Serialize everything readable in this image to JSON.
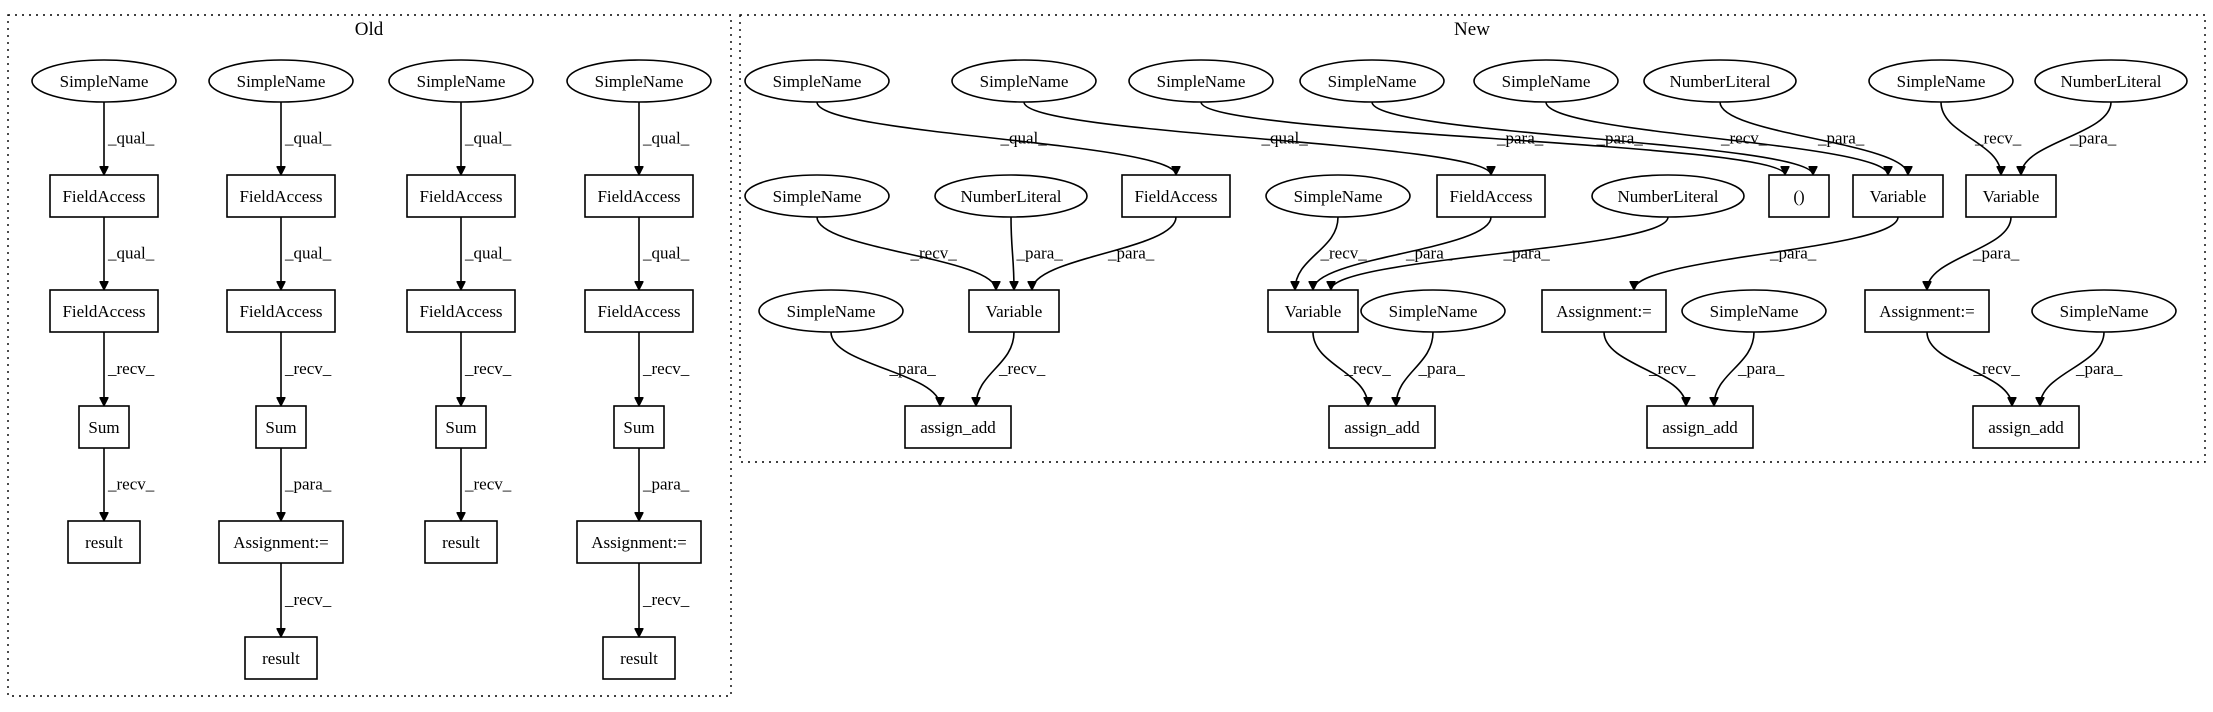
{
  "clusters": [
    {
      "id": "old",
      "label": "Old"
    },
    {
      "id": "new",
      "label": "New"
    }
  ],
  "nodes": [
    {
      "id": "o_s1",
      "label": "SimpleName",
      "shape": "ellipse"
    },
    {
      "id": "o_f1a",
      "label": "FieldAccess",
      "shape": "box"
    },
    {
      "id": "o_f1b",
      "label": "FieldAccess",
      "shape": "box"
    },
    {
      "id": "o_sum1",
      "label": "Sum",
      "shape": "box"
    },
    {
      "id": "o_res1",
      "label": "result",
      "shape": "box"
    },
    {
      "id": "o_s2",
      "label": "SimpleName",
      "shape": "ellipse"
    },
    {
      "id": "o_f2a",
      "label": "FieldAccess",
      "shape": "box"
    },
    {
      "id": "o_f2b",
      "label": "FieldAccess",
      "shape": "box"
    },
    {
      "id": "o_sum2",
      "label": "Sum",
      "shape": "box"
    },
    {
      "id": "o_asg2",
      "label": "Assignment:=",
      "shape": "box"
    },
    {
      "id": "o_res2",
      "label": "result",
      "shape": "box"
    },
    {
      "id": "o_s3",
      "label": "SimpleName",
      "shape": "ellipse"
    },
    {
      "id": "o_f3a",
      "label": "FieldAccess",
      "shape": "box"
    },
    {
      "id": "o_f3b",
      "label": "FieldAccess",
      "shape": "box"
    },
    {
      "id": "o_sum3",
      "label": "Sum",
      "shape": "box"
    },
    {
      "id": "o_res3",
      "label": "result",
      "shape": "box"
    },
    {
      "id": "o_s4",
      "label": "SimpleName",
      "shape": "ellipse"
    },
    {
      "id": "o_f4a",
      "label": "FieldAccess",
      "shape": "box"
    },
    {
      "id": "o_f4b",
      "label": "FieldAccess",
      "shape": "box"
    },
    {
      "id": "o_sum4",
      "label": "Sum",
      "shape": "box"
    },
    {
      "id": "o_asg4",
      "label": "Assignment:=",
      "shape": "box"
    },
    {
      "id": "o_res4",
      "label": "result",
      "shape": "box"
    },
    {
      "id": "n_sA",
      "label": "SimpleName",
      "shape": "ellipse"
    },
    {
      "id": "n_sB",
      "label": "SimpleName",
      "shape": "ellipse"
    },
    {
      "id": "n_sC",
      "label": "SimpleName",
      "shape": "ellipse"
    },
    {
      "id": "n_sD",
      "label": "SimpleName",
      "shape": "ellipse"
    },
    {
      "id": "n_sE",
      "label": "SimpleName",
      "shape": "ellipse"
    },
    {
      "id": "n_nlF",
      "label": "NumberLiteral",
      "shape": "ellipse"
    },
    {
      "id": "n_sG",
      "label": "SimpleName",
      "shape": "ellipse"
    },
    {
      "id": "n_nlH",
      "label": "NumberLiteral",
      "shape": "ellipse"
    },
    {
      "id": "n_sI",
      "label": "SimpleName",
      "shape": "ellipse"
    },
    {
      "id": "n_nlJ",
      "label": "NumberLiteral",
      "shape": "ellipse"
    },
    {
      "id": "n_faK",
      "label": "FieldAccess",
      "shape": "box"
    },
    {
      "id": "n_sL",
      "label": "SimpleName",
      "shape": "ellipse"
    },
    {
      "id": "n_faM",
      "label": "FieldAccess",
      "shape": "box"
    },
    {
      "id": "n_nlN",
      "label": "NumberLiteral",
      "shape": "ellipse"
    },
    {
      "id": "n_paren",
      "label": "()",
      "shape": "box"
    },
    {
      "id": "n_varP",
      "label": "Variable",
      "shape": "box"
    },
    {
      "id": "n_varQ",
      "label": "Variable",
      "shape": "box"
    },
    {
      "id": "n_sR",
      "label": "SimpleName",
      "shape": "ellipse"
    },
    {
      "id": "n_varS",
      "label": "Variable",
      "shape": "box"
    },
    {
      "id": "n_varT",
      "label": "Variable",
      "shape": "box"
    },
    {
      "id": "n_sU",
      "label": "SimpleName",
      "shape": "ellipse"
    },
    {
      "id": "n_asgV",
      "label": "Assignment:=",
      "shape": "box"
    },
    {
      "id": "n_sW",
      "label": "SimpleName",
      "shape": "ellipse"
    },
    {
      "id": "n_asgX",
      "label": "Assignment:=",
      "shape": "box"
    },
    {
      "id": "n_sY",
      "label": "SimpleName",
      "shape": "ellipse"
    },
    {
      "id": "n_add1",
      "label": "assign_add",
      "shape": "box"
    },
    {
      "id": "n_add2",
      "label": "assign_add",
      "shape": "box"
    },
    {
      "id": "n_add3",
      "label": "assign_add",
      "shape": "box"
    },
    {
      "id": "n_add4",
      "label": "assign_add",
      "shape": "box"
    }
  ],
  "edges": [
    {
      "from": "o_s1",
      "to": "o_f1a",
      "label": "_qual_"
    },
    {
      "from": "o_f1a",
      "to": "o_f1b",
      "label": "_qual_"
    },
    {
      "from": "o_f1b",
      "to": "o_sum1",
      "label": "_recv_"
    },
    {
      "from": "o_sum1",
      "to": "o_res1",
      "label": "_recv_"
    },
    {
      "from": "o_s2",
      "to": "o_f2a",
      "label": "_qual_"
    },
    {
      "from": "o_f2a",
      "to": "o_f2b",
      "label": "_qual_"
    },
    {
      "from": "o_f2b",
      "to": "o_sum2",
      "label": "_recv_"
    },
    {
      "from": "o_sum2",
      "to": "o_asg2",
      "label": "_para_"
    },
    {
      "from": "o_asg2",
      "to": "o_res2",
      "label": "_recv_"
    },
    {
      "from": "o_s3",
      "to": "o_f3a",
      "label": "_qual_"
    },
    {
      "from": "o_f3a",
      "to": "o_f3b",
      "label": "_qual_"
    },
    {
      "from": "o_f3b",
      "to": "o_sum3",
      "label": "_recv_"
    },
    {
      "from": "o_sum3",
      "to": "o_res3",
      "label": "_recv_"
    },
    {
      "from": "o_s4",
      "to": "o_f4a",
      "label": "_qual_"
    },
    {
      "from": "o_f4a",
      "to": "o_f4b",
      "label": "_qual_"
    },
    {
      "from": "o_f4b",
      "to": "o_sum4",
      "label": "_recv_"
    },
    {
      "from": "o_sum4",
      "to": "o_asg4",
      "label": "_para_"
    },
    {
      "from": "o_asg4",
      "to": "o_res4",
      "label": "_recv_"
    },
    {
      "from": "n_sA",
      "to": "n_faK",
      "label": "_qual_"
    },
    {
      "from": "n_sB",
      "to": "n_faM",
      "label": "_qual_"
    },
    {
      "from": "n_sC",
      "to": "n_paren",
      "label": "_para_"
    },
    {
      "from": "n_sD",
      "to": "n_paren",
      "label": "_para_"
    },
    {
      "from": "n_sE",
      "to": "n_varP",
      "label": "_recv_"
    },
    {
      "from": "n_nlF",
      "to": "n_varP",
      "label": "_para_"
    },
    {
      "from": "n_sG",
      "to": "n_varQ",
      "label": "_recv_"
    },
    {
      "from": "n_nlH",
      "to": "n_varQ",
      "label": "_para_"
    },
    {
      "from": "n_sI",
      "to": "n_varS",
      "label": "_recv_"
    },
    {
      "from": "n_nlJ",
      "to": "n_varS",
      "label": "_para_"
    },
    {
      "from": "n_faK",
      "to": "n_varS",
      "label": "_para_"
    },
    {
      "from": "n_sL",
      "to": "n_varT",
      "label": "_recv_"
    },
    {
      "from": "n_faM",
      "to": "n_varT",
      "label": "_para_"
    },
    {
      "from": "n_nlN",
      "to": "n_varT",
      "label": "_para_"
    },
    {
      "from": "n_varP",
      "to": "n_asgV",
      "label": "_para_"
    },
    {
      "from": "n_varQ",
      "to": "n_asgX",
      "label": "_para_"
    },
    {
      "from": "n_sR",
      "to": "n_add1",
      "label": "_para_"
    },
    {
      "from": "n_varS",
      "to": "n_add1",
      "label": "_recv_"
    },
    {
      "from": "n_varT",
      "to": "n_add2",
      "label": "_recv_"
    },
    {
      "from": "n_sU",
      "to": "n_add2",
      "label": "_para_"
    },
    {
      "from": "n_asgV",
      "to": "n_add3",
      "label": "_recv_"
    },
    {
      "from": "n_sW",
      "to": "n_add3",
      "label": "_para_"
    },
    {
      "from": "n_asgX",
      "to": "n_add4",
      "label": "_recv_"
    },
    {
      "from": "n_sY",
      "to": "n_add4",
      "label": "_para_"
    }
  ]
}
